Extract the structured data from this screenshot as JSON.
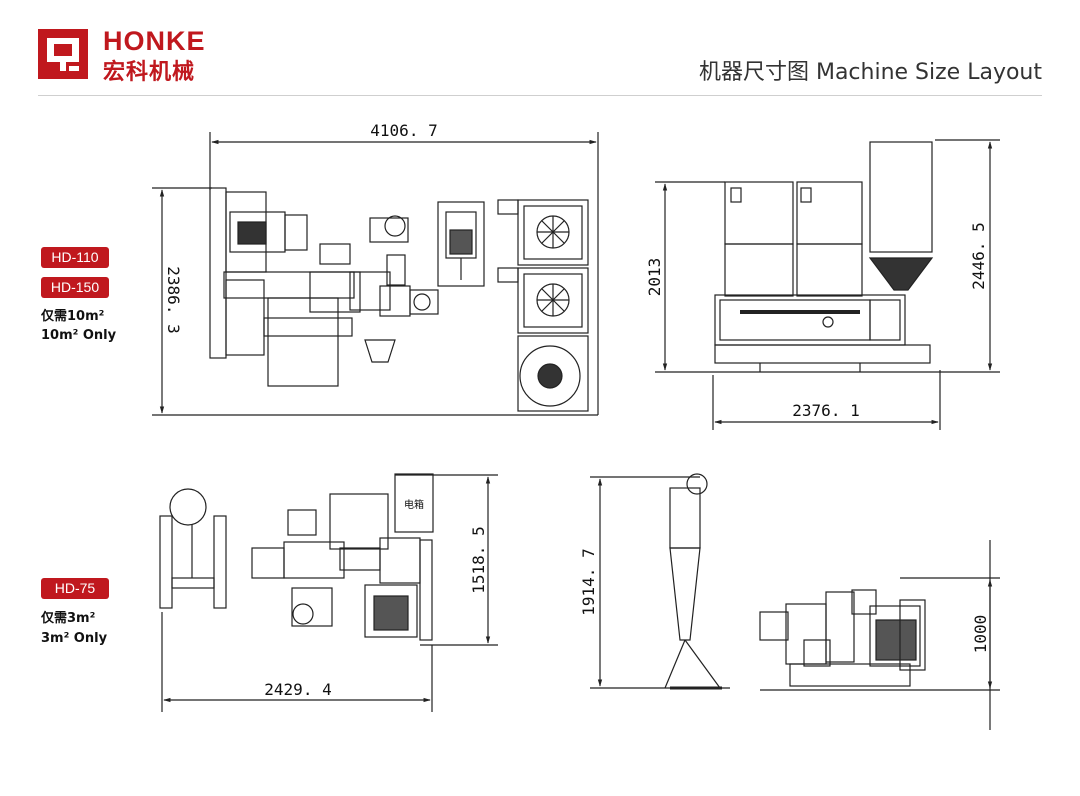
{
  "header": {
    "brand_en": "HONKE",
    "brand_cn": "宏科机械",
    "title": "机器尺寸图 Machine Size Layout"
  },
  "colors": {
    "brand": "#c0181e",
    "line": "#222222",
    "rule": "#cfcfcf"
  },
  "groups": [
    {
      "models": [
        "HD-110",
        "HD-150"
      ],
      "note_cn": "仅需10m²",
      "note_en": "10m² Only"
    },
    {
      "models": [
        "HD-75"
      ],
      "note_cn": "仅需3m²",
      "note_en": "3m² Only"
    }
  ],
  "dimensions": {
    "top_plan_width": "4106. 7",
    "top_plan_depth": "2386. 3",
    "top_side_height": "2013",
    "top_side_total_height": "2446. 5",
    "top_side_length": "2376. 1",
    "bottom_plan_depth": "1518. 5",
    "bottom_plan_width": "2429. 4",
    "bottom_cyclone_height": "1914. 7",
    "bottom_machine_height": "1000"
  },
  "labels": {
    "control_box": "电箱"
  }
}
